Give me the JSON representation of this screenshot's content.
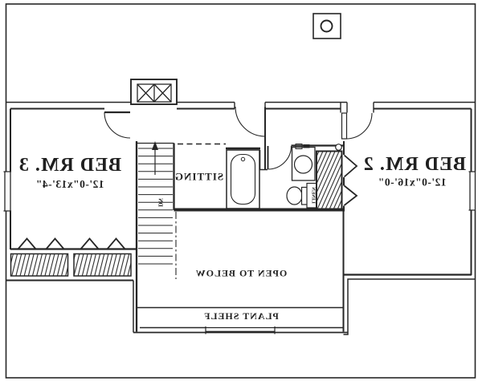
{
  "plan": {
    "bedroom3": {
      "label": "BED RM. 3",
      "dims": "12'-0\"x13'-4\""
    },
    "bedroom2": {
      "label": "BED RM. 2",
      "dims": "12'-0\"x16'-0\""
    },
    "sitting_label": "SITTING",
    "open_to_below_label": "OPEN TO BELOW",
    "plant_shelf_label": "PLANT SHELF",
    "linen_label": "LINEN",
    "stairs_direction_label": "DN",
    "style": {
      "line_color": "#262626",
      "background": "#ffffff",
      "text_mirrored": true
    }
  }
}
